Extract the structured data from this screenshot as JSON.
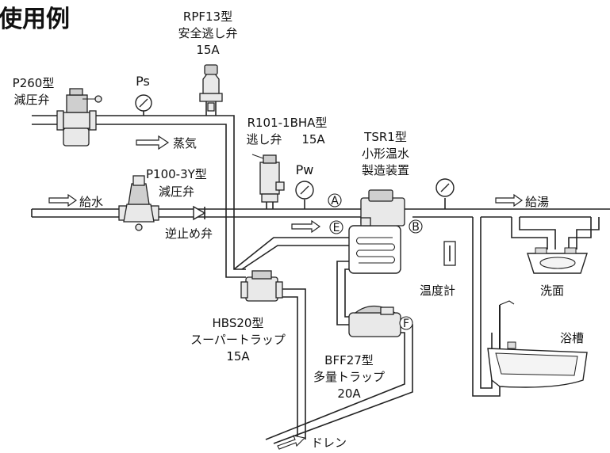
{
  "title": "使用例",
  "labels": {
    "rpf13": [
      "RPF13型",
      "安全逃し弁",
      "15A"
    ],
    "p260": [
      "P260型",
      "減圧弁"
    ],
    "ps": "Ps",
    "steam": "蒸気",
    "r101": [
      "R101-1BHA型",
      "逃し弁",
      "15A"
    ],
    "tsr1": [
      "TSR1型",
      "小形温水",
      "製造装置"
    ],
    "pw": "Pw",
    "p100": [
      "P100-3Y型",
      "減圧弁"
    ],
    "water_in": "給水",
    "check_valve": "逆止め弁",
    "hot_water_out": "給湯",
    "thermometer": "温度計",
    "washbasin": "洗面",
    "hbs20": [
      "HBS20型",
      "スーパートラップ",
      "15A"
    ],
    "bff27": [
      "BFF27型",
      "多量トラップ",
      "20A"
    ],
    "bathtub": "浴槽",
    "drain": "ドレン",
    "point_a": "A",
    "point_b": "B",
    "point_e": "E",
    "point_f": "F"
  }
}
